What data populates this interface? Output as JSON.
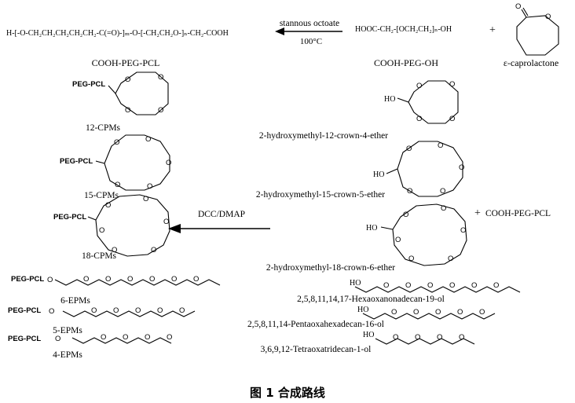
{
  "top": {
    "polymer_formula": "H-[-O-CH₂CH₂CH₂CH₂CH₂-C(=O)-]ₘ-O-[-CH₂CH₂O-]ₙ-CH₂-COOH",
    "polymer_label": "COOH-PEG-PCL",
    "condition_1": "stannous octoate",
    "condition_2": "100°C",
    "reactant_formula": "HOOC-CH₂-[OCH₂CH₂]ₙ-OH",
    "reactant_label": "COOH-PEG-OH",
    "plus": "+",
    "caprolactone_label": "ε-caprolactone"
  },
  "left": {
    "peg_pcl": "PEG-PCL",
    "cpm12": "12-CPMs",
    "cpm15": "15-CPMs",
    "cpm18": "18-CPMs",
    "epm6": "6-EPMs",
    "epm5": "5-EPMs",
    "epm4": "4-EPMs"
  },
  "right": {
    "crown12": "2-hydroxymethyl-12-crown-4-ether",
    "crown15": "2-hydroxymethyl-15-crown-5-ether",
    "crown18": "2-hydroxymethyl-18-crown-6-ether",
    "hexa": "2,5,8,11,14,17-Hexaoxanonadecan-19-ol",
    "penta": "2,5,8,11,14-Pentaoxahexadecan-16-ol",
    "tetra": "3,6,9,12-Tetraoxatridecan-1-ol",
    "plus": "+",
    "reagent": "COOH-PEG-PCL",
    "oh": "HO",
    "ox": "O"
  },
  "middle": {
    "condition": "DCC/DMAP"
  },
  "caption": "图 1 合成路线"
}
